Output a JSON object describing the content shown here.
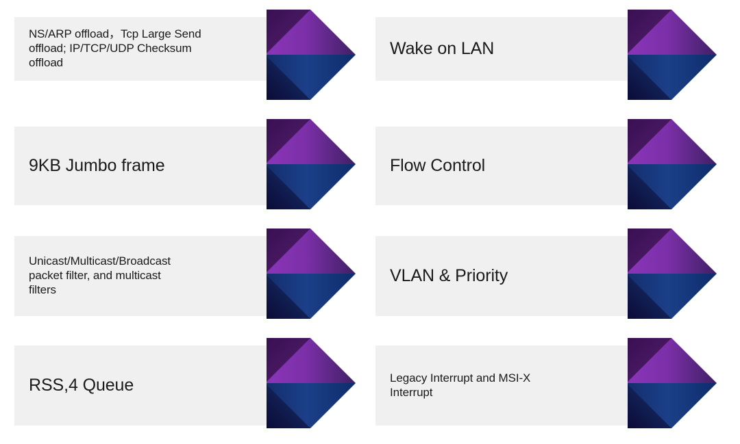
{
  "diagram": {
    "type": "chevron-list",
    "title_present": false,
    "background_color": "#FFFFFF",
    "plate_color": "#F0F0F0",
    "text_color": "#1A1A1A",
    "arrow_colors": {
      "purple_light": "#8A35B8",
      "purple_mid": "#7B2FA8",
      "purple_dark_tip": "#3E2063",
      "purple_bevel": "#3D1152",
      "blue_light": "#1E4A96",
      "blue_mid": "#14357C",
      "blue_dark_tip": "#0F2C6B",
      "blue_bevel": "#0D0D42"
    },
    "columns": 2,
    "rows": 4,
    "items": [
      {
        "id": "ns-arp-offload",
        "column": "left",
        "row": 1,
        "label": "NS/ARP offload，Tcp Large Send\noffload; IP/TCP/UDP Checksum\noffload",
        "size": "small"
      },
      {
        "id": "wake-on-lan",
        "column": "right",
        "row": 1,
        "label": "Wake on LAN",
        "size": "big"
      },
      {
        "id": "jumbo-frame",
        "column": "left",
        "row": 2,
        "label": "9KB Jumbo frame",
        "size": "big"
      },
      {
        "id": "flow-control",
        "column": "right",
        "row": 2,
        "label": "Flow Control",
        "size": "big"
      },
      {
        "id": "packet-filter",
        "column": "left",
        "row": 3,
        "label": "Unicast/Multicast/Broadcast\npacket filter, and multicast\nfilters",
        "size": "small"
      },
      {
        "id": "vlan-priority",
        "column": "right",
        "row": 3,
        "label": "VLAN & Priority",
        "size": "big"
      },
      {
        "id": "rss-queue",
        "column": "left",
        "row": 4,
        "label": "RSS,4 Queue",
        "size": "big"
      },
      {
        "id": "interrupts",
        "column": "right",
        "row": 4,
        "label": "Legacy Interrupt and MSI-X\nInterrupt",
        "size": "small"
      }
    ]
  }
}
